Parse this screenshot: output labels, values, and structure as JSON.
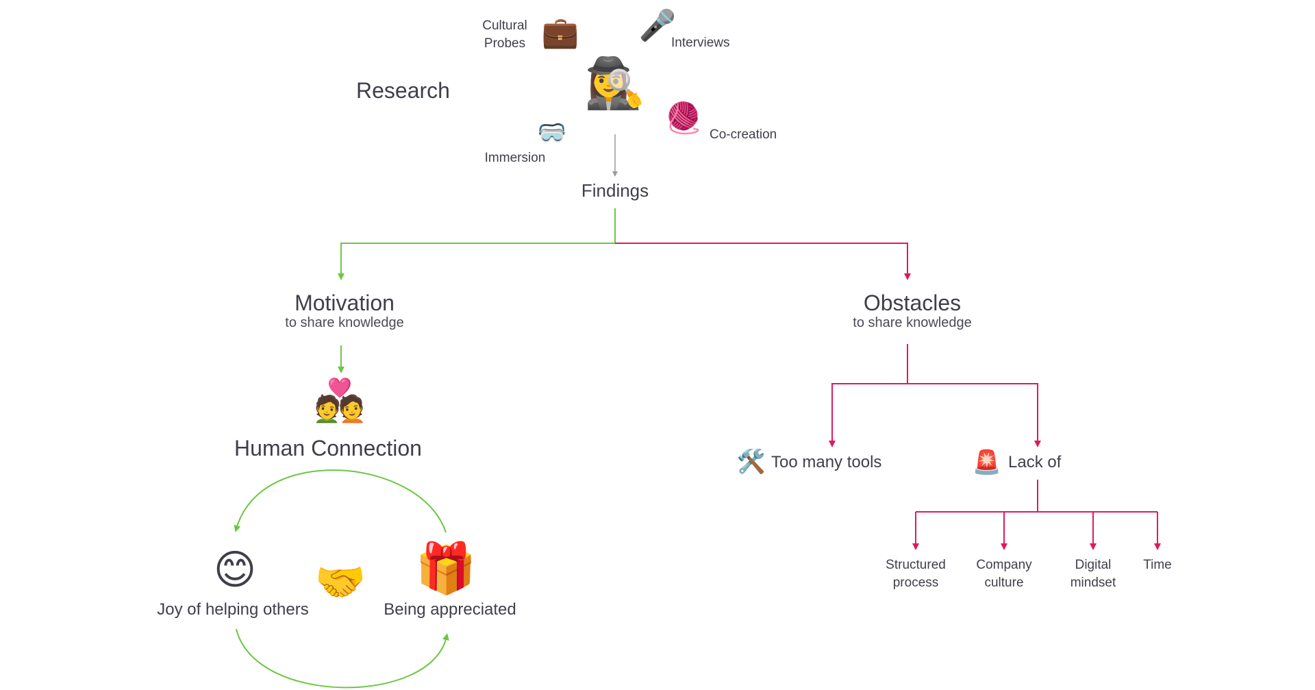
{
  "research": {
    "title": "Research",
    "methods": {
      "cultural_probes": "Cultural\nProbes",
      "interviews": "Interviews",
      "immersion": "Immersion",
      "co_creation": "Co-creation"
    },
    "icons": {
      "cultural_probes": "briefcase-icon",
      "interviews": "microphone-icon",
      "immersion": "goggles-icon",
      "co_creation": "yarn-icon",
      "researcher": "detective-icon"
    }
  },
  "findings": {
    "title": "Findings"
  },
  "motivation": {
    "title": "Motivation",
    "subtitle": "to share knowledge",
    "result": "Human Connection",
    "cycle": {
      "left": "Joy of helping others",
      "right": "Being appreciated"
    },
    "icons": {
      "result": "couple-heart-icon",
      "left": "smiling-face-icon",
      "center": "handshake-icon",
      "right": "gift-icon"
    }
  },
  "obstacles": {
    "title": "Obstacles",
    "subtitle": "to share knowledge",
    "branches": {
      "tools": "Too many tools",
      "lack": "Lack of"
    },
    "lack_items": [
      "Structured\nprocess",
      "Company\nculture",
      "Digital\nmindset",
      "Time"
    ],
    "icons": {
      "tools": "hammer-wrench-icon",
      "lack": "siren-icon"
    }
  },
  "colors": {
    "motivation": "#6cc644",
    "obstacles": "#e0195f",
    "research_arrow": "#9a9aa0",
    "text": "#3f3f4a"
  }
}
